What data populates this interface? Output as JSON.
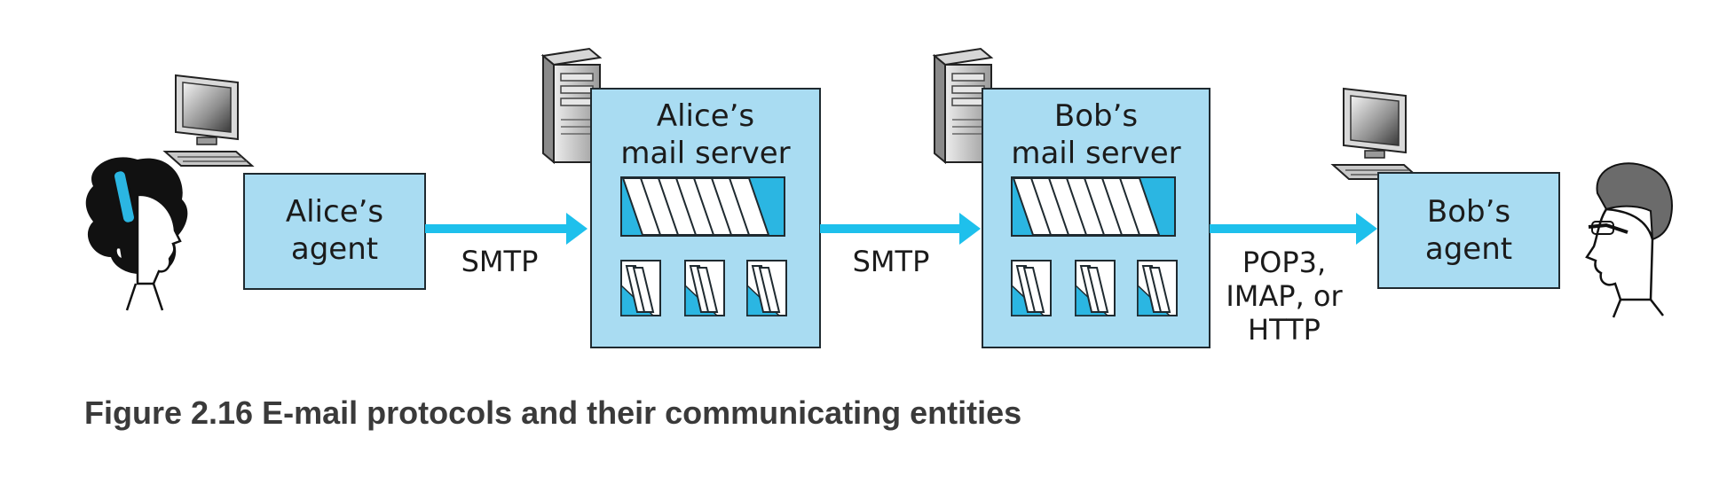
{
  "agents": {
    "alice": {
      "line1": "Alice’s",
      "line2": "agent"
    },
    "bob": {
      "line1": "Bob’s",
      "line2": "agent"
    }
  },
  "servers": {
    "alice": {
      "line1": "Alice’s",
      "line2": "mail server"
    },
    "bob": {
      "line1": "Bob’s",
      "line2": "mail server"
    }
  },
  "links": {
    "alice_agent_to_server": {
      "label": "SMTP"
    },
    "server_to_server": {
      "label": "SMTP"
    },
    "bob_server_to_agent": {
      "line1": "POP3,",
      "line2": "IMAP, or",
      "line3": "HTTP"
    }
  },
  "caption": "Figure 2.16 E-mail protocols and their communicating entities",
  "colors": {
    "box_fill": "#a9dcf2",
    "box_stroke": "#1f2a30",
    "arrow": "#1ec0ec",
    "message_accent": "#2bb6e2",
    "caption": "#3a3a3a"
  },
  "icons": [
    "woman-user-icon",
    "desktop-computer-icon",
    "server-tower-icon",
    "message-queue-icon",
    "mailbox-icon",
    "man-user-icon"
  ]
}
